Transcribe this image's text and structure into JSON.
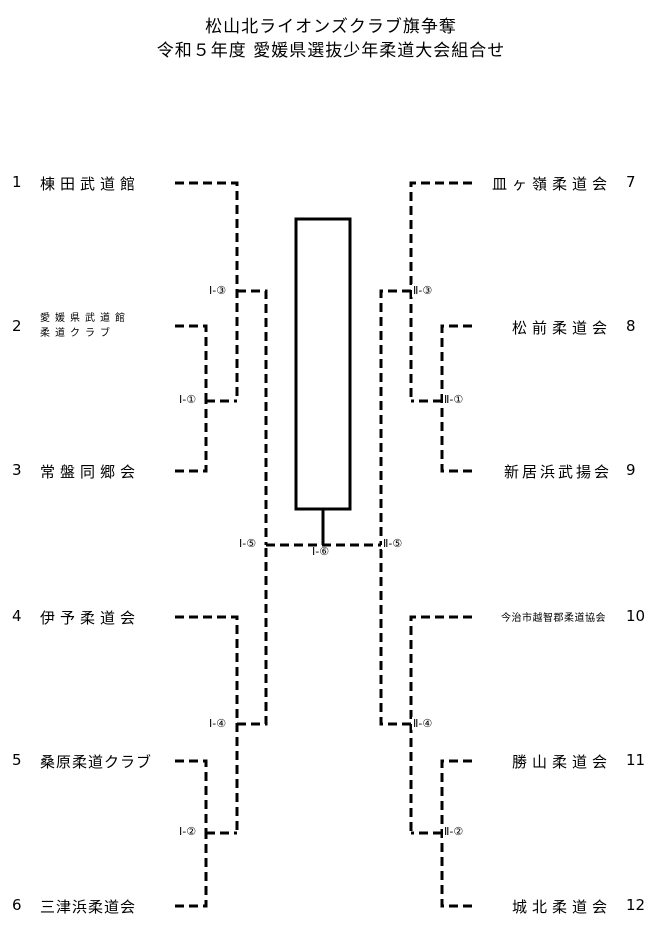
{
  "title": {
    "line1": "松山北ライオンズクラブ旗争奪",
    "line2": "令和５年度 愛媛県選抜少年柔道大会組合せ"
  },
  "left_teams": [
    {
      "num": "1",
      "name": "棟田武道館"
    },
    {
      "num": "2",
      "name_line1": "愛媛県武道館",
      "name_line2": "柔道クラブ"
    },
    {
      "num": "3",
      "name": "常盤同郷会"
    },
    {
      "num": "4",
      "name": "伊予柔道会"
    },
    {
      "num": "5",
      "name": "桑原柔道クラブ"
    },
    {
      "num": "6",
      "name": "三津浜柔道会"
    }
  ],
  "right_teams": [
    {
      "num": "7",
      "name": "皿ヶ嶺柔道会"
    },
    {
      "num": "8",
      "name": "松前柔道会"
    },
    {
      "num": "9",
      "name": "新居浜武揚会"
    },
    {
      "num": "10",
      "name": "今治市越智郡柔道協会"
    },
    {
      "num": "11",
      "name": "勝山柔道会"
    },
    {
      "num": "12",
      "name": "城北柔道会"
    }
  ],
  "match_labels": {
    "l1": "Ⅰ-①",
    "l2": "Ⅰ-②",
    "l3": "Ⅰ-③",
    "l4": "Ⅰ-④",
    "l5": "Ⅰ-⑤",
    "final": "Ⅰ-⑥",
    "r1": "Ⅱ-①",
    "r2": "Ⅱ-②",
    "r3": "Ⅱ-③",
    "r4": "Ⅱ-④",
    "r5": "Ⅱ-⑤"
  }
}
